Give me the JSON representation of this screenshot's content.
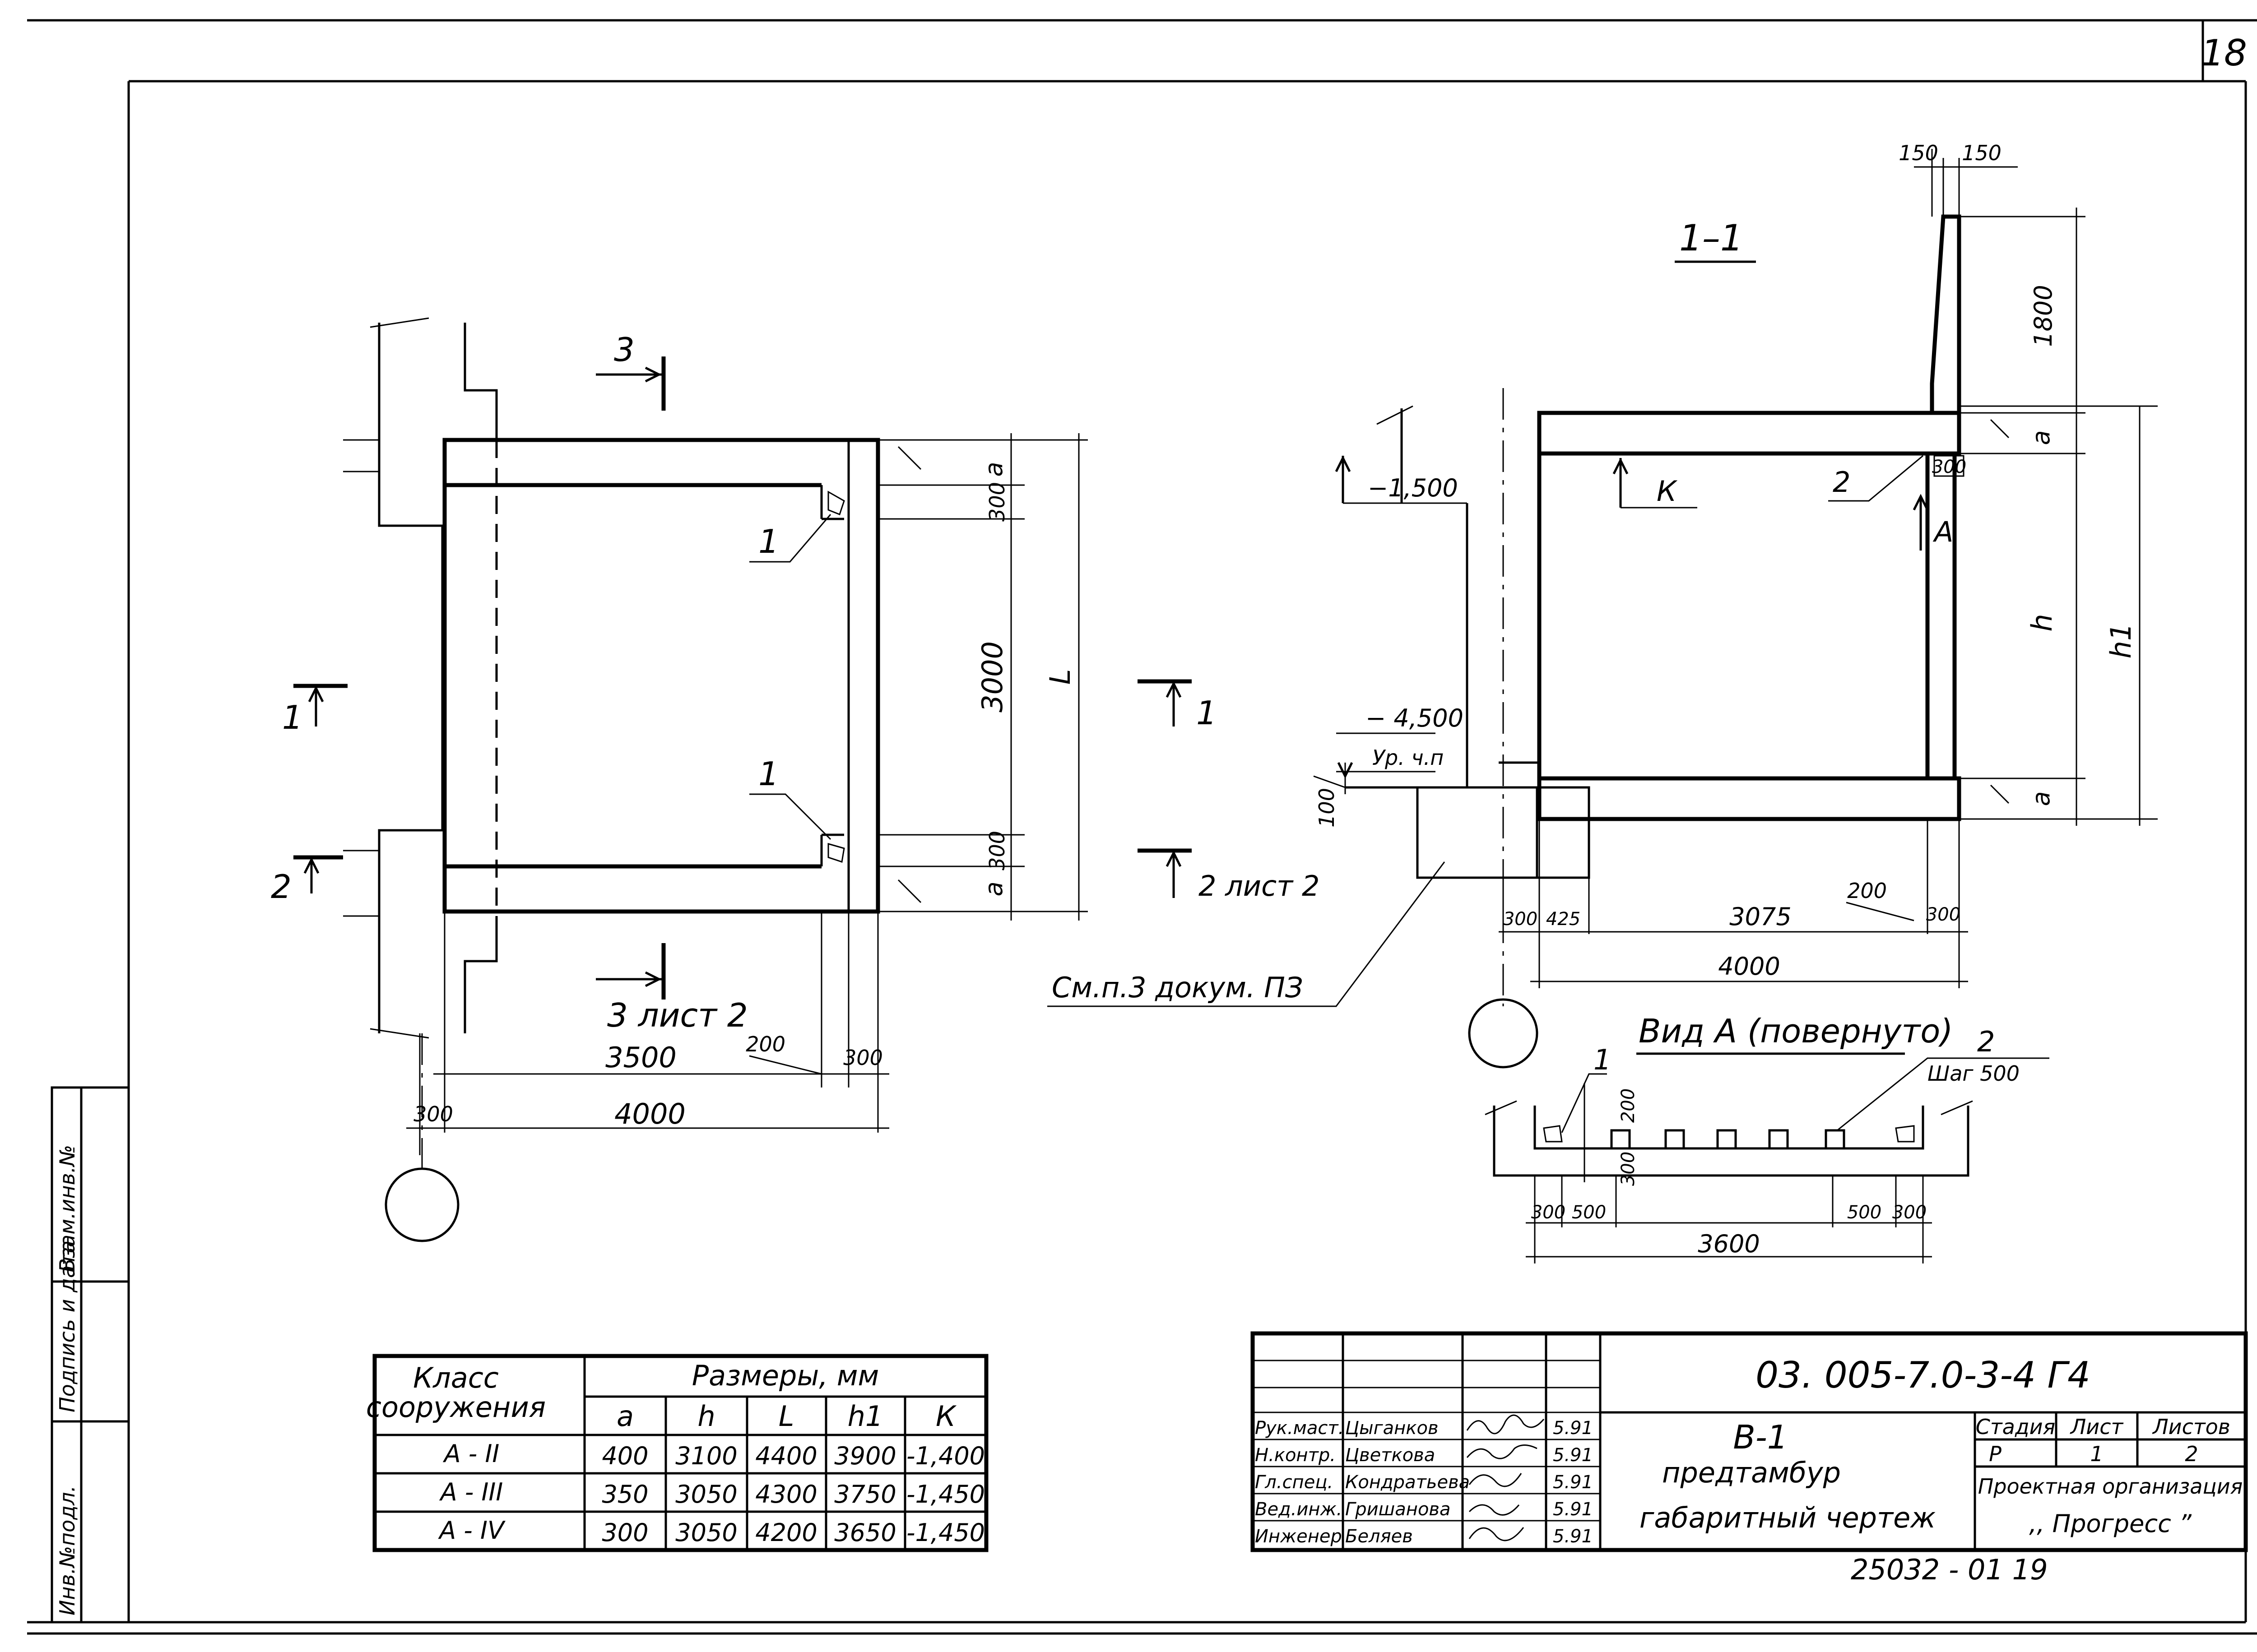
{
  "sheet_corner_number": "18",
  "plan": {
    "section_1_left": "1",
    "section_1_right": "1",
    "section_2": "2",
    "section_2_ref": "2 лист 2",
    "section_3_top": "3",
    "section_3_bottom": "3 лист 2",
    "callout_1_top": "1",
    "callout_1_bottom": "1",
    "dim_a_top": "a",
    "dim_300_top": "300",
    "dim_3000": "3000",
    "dim_L": "L",
    "dim_300_bottom": "300",
    "dim_a_bottom": "a",
    "dim_3500": "3500",
    "dim_200": "200",
    "dim_300_right": "300",
    "dim_300_left": "300",
    "dim_4000": "4000"
  },
  "section": {
    "title": "1–1",
    "dim_150_left": "150",
    "dim_150_right": "150",
    "dim_1800": "1800",
    "dim_a_top": "a",
    "dim_300_top": "300",
    "dim_h": "h",
    "dim_h1": "h1",
    "dim_a_bottom": "a",
    "level_top": "−1,500",
    "marker_K": "К",
    "callout_2": "2",
    "view_A": "A",
    "level_floor": "− 4,500",
    "level_floor_note": "Ур. ч.п",
    "dim_100": "100",
    "dim_300": "300",
    "dim_425": "425",
    "dim_3075": "3075",
    "dim_200": "200",
    "dim_300_right": "300",
    "dim_4000": "4000",
    "note": "См.п.3 докум. ПЗ"
  },
  "view_a": {
    "title": "Вид А (повернуто)",
    "callout_1": "1",
    "callout_2": "2",
    "step_note": "Шаг 500",
    "dim_200": "200",
    "dim_300_vert": "300",
    "dim_300_left": "300",
    "dim_500_left": "500",
    "dim_500_right": "500",
    "dim_300_right": "300",
    "dim_3600": "3600"
  },
  "table": {
    "col_class": "Класс сооружения",
    "col_class_line1": "Класс",
    "col_class_line2": "сооружения",
    "col_sizes": "Размеры, мм",
    "sub_headers": [
      "a",
      "h",
      "L",
      "h1",
      "К"
    ],
    "rows": [
      {
        "cls": "А - II",
        "values": [
          "400",
          "3100",
          "4400",
          "3900",
          "-1,400"
        ]
      },
      {
        "cls": "А - III",
        "values": [
          "350",
          "3050",
          "4300",
          "3750",
          "-1,450"
        ]
      },
      {
        "cls": "А - IV",
        "values": [
          "300",
          "3050",
          "4200",
          "3650",
          "-1,450"
        ]
      }
    ]
  },
  "title_block": {
    "doc_code": "03. 005-7.0-3-4 Г4",
    "item": "В-1",
    "name_line1": "предтамбур",
    "name_line2": "габаритный чертеж",
    "stage_header": "Стадия",
    "sheet_header": "Лист",
    "sheets_header": "Листов",
    "stage": "Р",
    "sheet": "1",
    "sheets": "2",
    "org_line1": "Проектная организация",
    "org_line2": ",, Прогресс ”",
    "signers": [
      {
        "role": "Рук.маст.",
        "name": "Цыганков",
        "date": "5.91"
      },
      {
        "role": "Н.контр.",
        "name": "Цветкова",
        "date": "5.91"
      },
      {
        "role": "Гл.спец.",
        "name": "Кондратьева",
        "date": "5.91"
      },
      {
        "role": "Вед.инж.",
        "name": "Гришанова",
        "date": "5.91"
      },
      {
        "role": "Инженер",
        "name": "Беляев",
        "date": "5.91"
      }
    ],
    "archive_number": "25032 - 01  19"
  },
  "margin_stamp": {
    "inv_no": "Инв.№подл.",
    "signature_date": "Подпись и дата",
    "replace_inv": "Взам.инв.№"
  }
}
